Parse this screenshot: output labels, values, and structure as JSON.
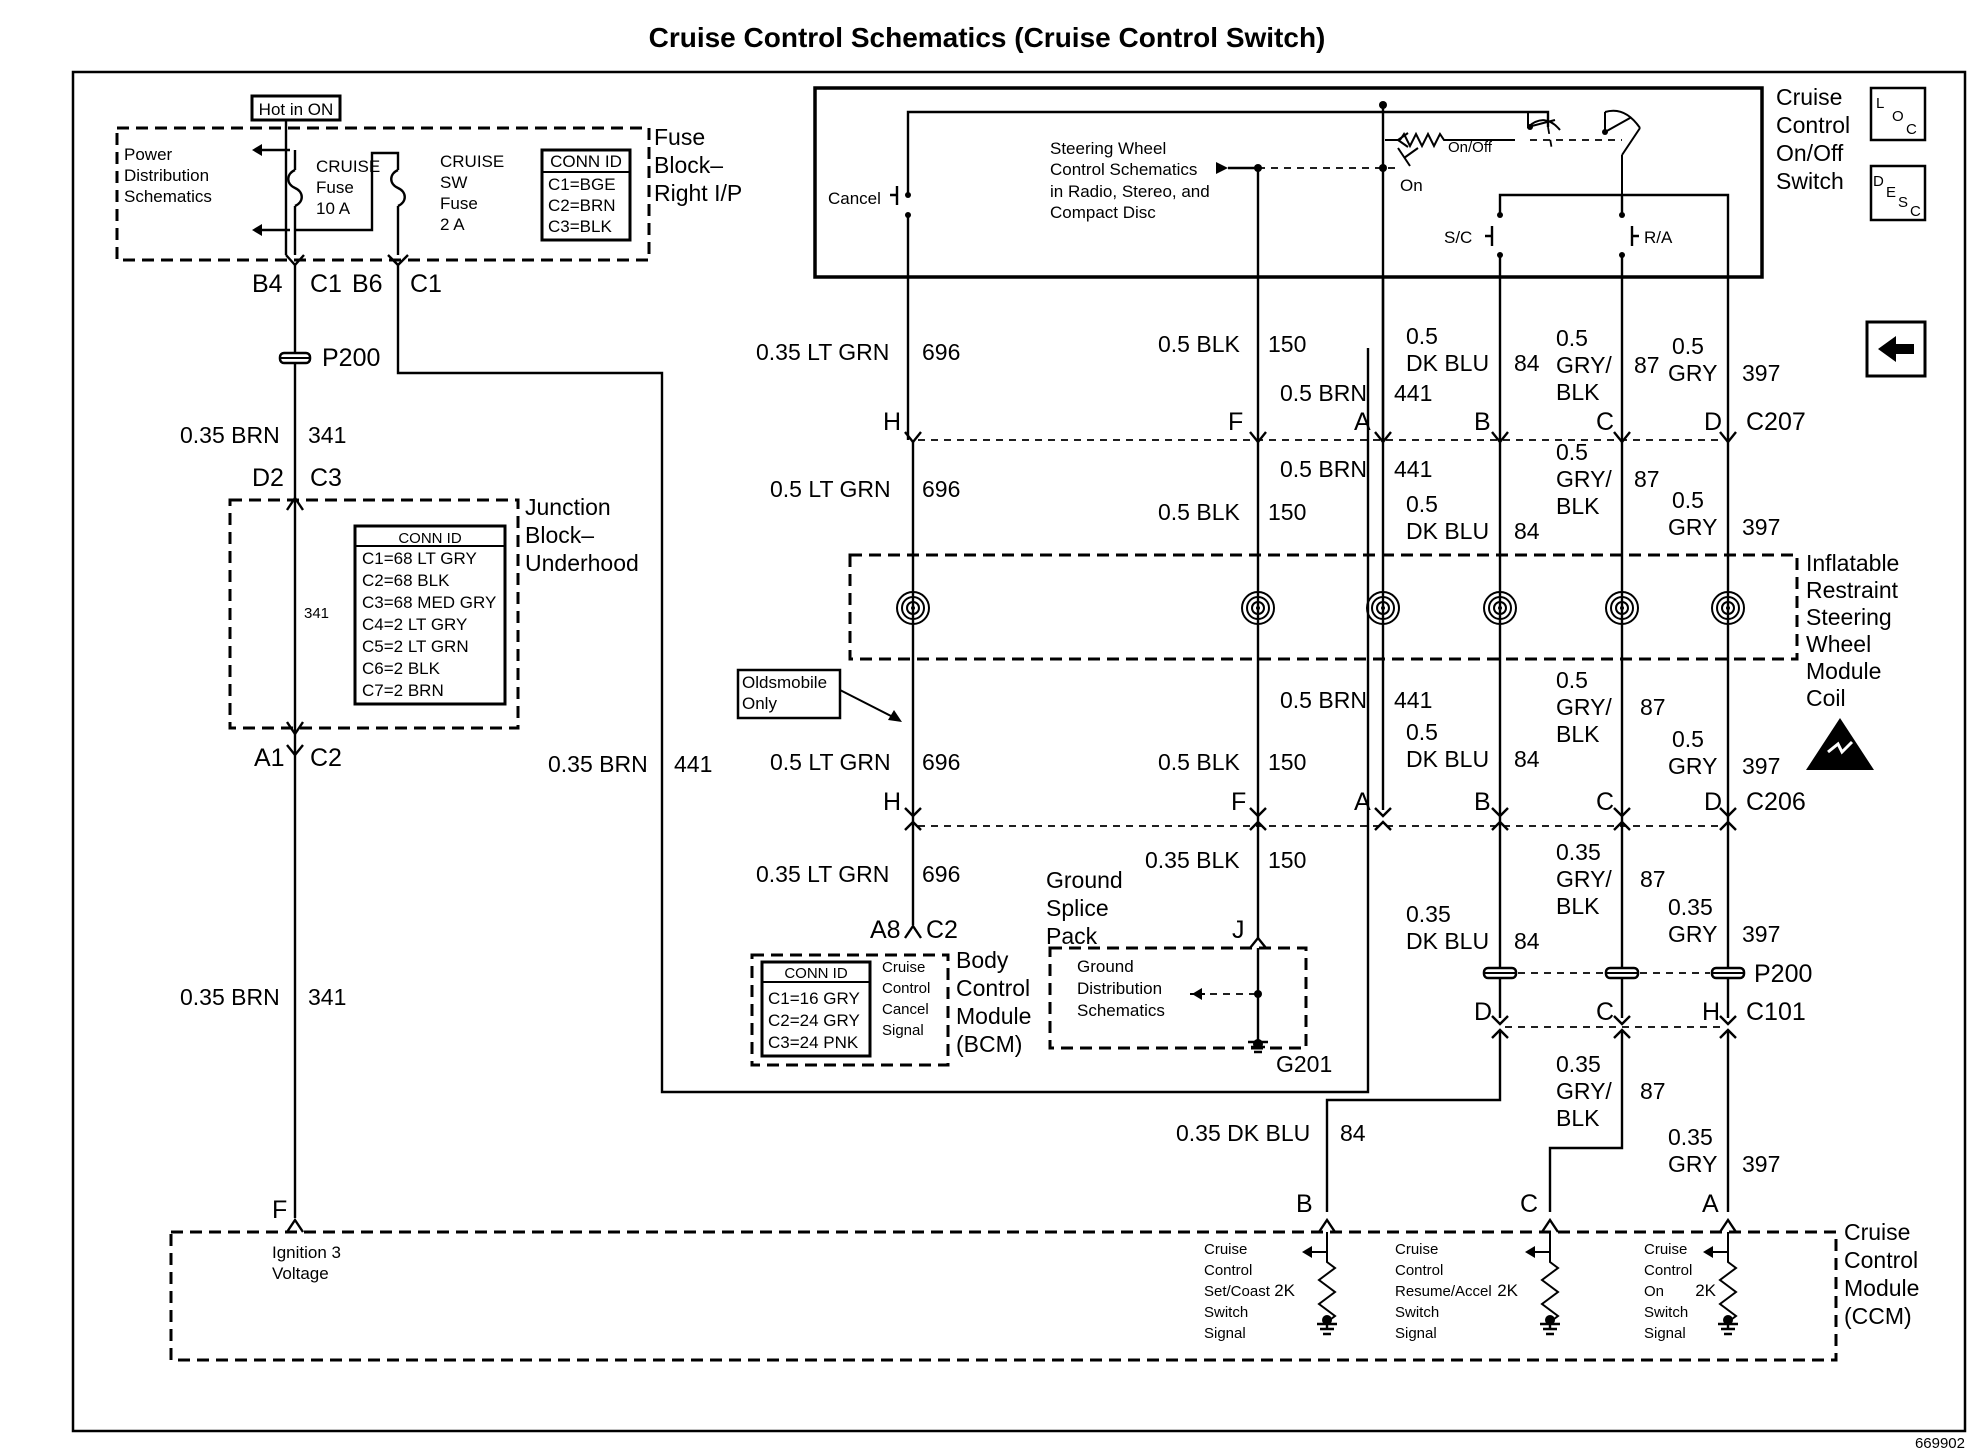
{
  "title": "Cruise Control Schematics (Cruise Control Switch)",
  "figure_number": "669902",
  "fuse_block": {
    "hot_label": "Hot in ON",
    "power_dist": [
      "Power",
      "Distribution",
      "Schematics"
    ],
    "cruise_fuse": [
      "CRUISE",
      "Fuse",
      "10 A"
    ],
    "cruise_sw_fuse": [
      "CRUISE",
      "SW",
      "Fuse",
      "2 A"
    ],
    "conn_id_title": "CONN ID",
    "conn_ids": [
      "C1=BGE",
      "C2=BRN",
      "C3=BLK"
    ],
    "name": [
      "Fuse",
      "Block–",
      "Right I/P"
    ]
  },
  "junction_block": {
    "name": [
      "Junction",
      "Block–",
      "Underhood"
    ],
    "conn_id_title": "CONN ID",
    "conn_ids": [
      "C1=68 LT GRY",
      "C2=68 BLK",
      "C3=68 MED GRY",
      "C4=2 LT GRY",
      "C5=2 LT GRN",
      "C6=2 BLK",
      "C7=2 BRN"
    ],
    "inner_circuit": "341"
  },
  "switch_module": {
    "name": [
      "Cruise",
      "Control",
      "On/Off",
      "Switch"
    ],
    "cancel": "Cancel",
    "on_off": "On/Off",
    "on": "On",
    "sc": "S/C",
    "ra": "R/A",
    "steering_ref": [
      "Steering Wheel",
      "Control Schematics",
      "in Radio, Stereo, and",
      "Compact Disc"
    ],
    "loc_badge": [
      "L",
      "O",
      "C"
    ],
    "desc_badge": [
      "D",
      "E",
      "S",
      "C"
    ],
    "back_icon": "left-arrow-icon"
  },
  "coil": {
    "name": [
      "Inflatable",
      "Restraint",
      "Steering",
      "Wheel",
      "Module",
      "Coil"
    ],
    "badge_icon": "esd-warning-icon"
  },
  "connectors": {
    "b4": "B4",
    "b6": "B6",
    "c1": "C1",
    "p200": "P200",
    "d2": "D2",
    "c3": "C3",
    "a1": "A1",
    "c2": "C2",
    "c207": "C207",
    "c206": "C206",
    "c101": "C101",
    "g201": "G201",
    "f": "F",
    "h": "H",
    "a": "A",
    "b": "B",
    "c": "C",
    "d": "D",
    "j": "J",
    "a8": "A8"
  },
  "wires": {
    "brn341": [
      "0.35 BRN",
      "341"
    ],
    "brn441": [
      "0.35 BRN",
      "441"
    ],
    "ltgrn035": [
      "0.35 LT GRN",
      "696"
    ],
    "ltgrn05": [
      "0.5 LT GRN",
      "696"
    ],
    "blk05": [
      "0.5 BLK",
      "150"
    ],
    "blk035": [
      "0.35 BLK",
      "150"
    ],
    "brn05": [
      "0.5 BRN",
      "441"
    ],
    "dkblu05": [
      "0.5",
      "DK BLU",
      "84"
    ],
    "dkblu035": [
      "0.35",
      "DK BLU",
      "84"
    ],
    "dkblu035_inline": [
      "0.35 DK BLU",
      "84"
    ],
    "gryblk05": [
      "0.5",
      "GRY/",
      "BLK",
      "87"
    ],
    "gryblk035": [
      "0.35",
      "GRY/",
      "BLK",
      "87"
    ],
    "gry05": [
      "0.5",
      "GRY",
      "397"
    ],
    "gry035": [
      "0.35",
      "GRY",
      "397"
    ]
  },
  "oldsmobile": [
    "Oldsmobile",
    "Only"
  ],
  "bcm": {
    "name": [
      "Body",
      "Control",
      "Module",
      "(BCM)"
    ],
    "conn_id_title": "CONN ID",
    "conn_ids": [
      "C1=16 GRY",
      "C2=24 GRY",
      "C3=24 PNK"
    ],
    "signal": [
      "Cruise",
      "Control",
      "Cancel",
      "Signal"
    ]
  },
  "ground_splice": {
    "name": [
      "Ground",
      "Splice",
      "Pack"
    ],
    "ref": [
      "Ground",
      "Distribution",
      "Schematics"
    ]
  },
  "ccm": {
    "name": [
      "Cruise",
      "Control",
      "Module",
      "(CCM)"
    ],
    "ignition": [
      "Ignition 3",
      "Voltage"
    ],
    "set_coast": [
      "Cruise",
      "Control",
      "Set/Coast",
      "Switch",
      "Signal"
    ],
    "resume": [
      "Cruise",
      "Control",
      "Resume/Accel",
      "Switch",
      "Signal"
    ],
    "on_sig": [
      "Cruise",
      "Control",
      "On",
      "Switch",
      "Signal"
    ],
    "resistor": "2K"
  }
}
